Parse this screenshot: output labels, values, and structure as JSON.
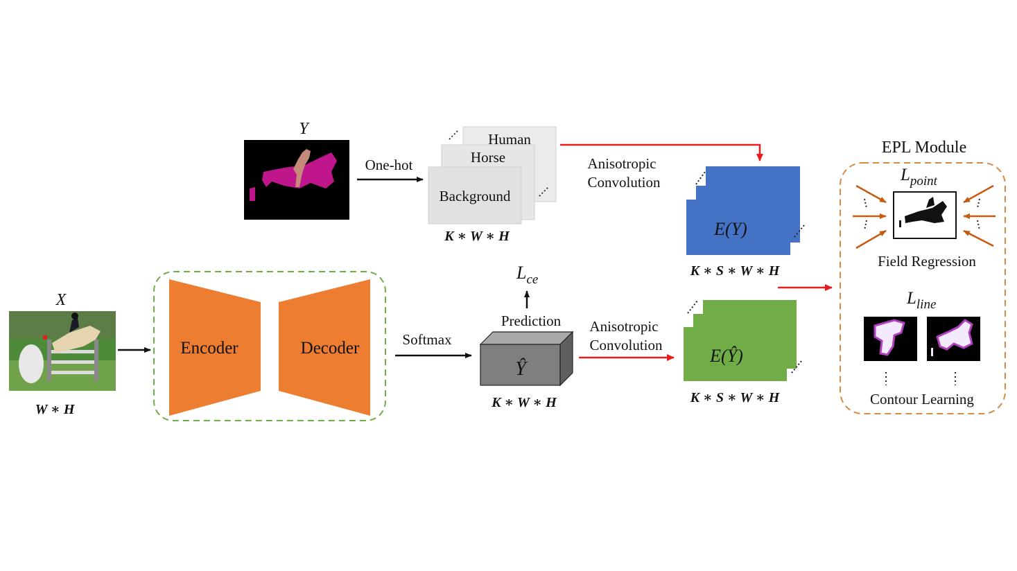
{
  "labels": {
    "y_symbol": "Y",
    "x_symbol": "X",
    "input_dims": "W ∗ H",
    "onehot": "One-hot",
    "human": "Human",
    "horse": "Horse",
    "background": "Background",
    "onehot_dims": "K ∗ W ∗ H",
    "aniso_top_1": "Anisotropic",
    "aniso_top_2": "Convolution",
    "ey": "E(Y)",
    "ey_dims": "K ∗ S ∗ W ∗ H",
    "encoder": "Encoder",
    "decoder": "Decoder",
    "softmax": "Softmax",
    "lce_main": "L",
    "lce_sub": "ce",
    "prediction": "Prediction",
    "yhat": "Ŷ",
    "pred_dims": "K ∗ W ∗ H",
    "aniso_bot_1": "Anisotropic",
    "aniso_bot_2": "Convolution",
    "eyhat": "E(Ŷ)",
    "eyhat_dims": "K ∗ S ∗ W ∗ H",
    "epl_title": "EPL Module",
    "lpoint_main": "L",
    "lpoint_sub": "point",
    "field_regression": "Field Regression",
    "lline_main": "L",
    "lline_sub": "line",
    "contour_learning": "Contour Learning"
  },
  "colors": {
    "encoder_fill": "#ed7d31",
    "ey_fill": "#4472c4",
    "eyhat_fill": "#70ad47",
    "cube_front": "#7f7f7f",
    "red_arrow": "#e81c1c",
    "orange_arrow": "#c55a11",
    "green_dash": "#70ad47",
    "orange_dash": "#d68a45",
    "horse_magenta": "#c0168c",
    "rider_tan": "#c58a7a"
  }
}
